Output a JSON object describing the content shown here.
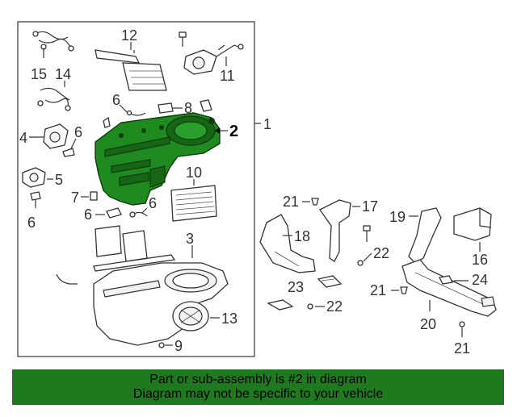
{
  "diagram": {
    "callouts": {
      "c1": "1",
      "c2": "2",
      "c4": "4",
      "c5": "5",
      "c6a": "6",
      "c6b": "6",
      "c6c": "6",
      "c6d": "6",
      "c6e": "6",
      "c7": "7",
      "c8": "8",
      "c9": "9",
      "c10": "10",
      "c11": "11",
      "c12": "12",
      "c13": "13",
      "c14": "14",
      "c15": "15",
      "c3": "3",
      "c16": "16",
      "c17": "17",
      "c18": "18",
      "c19": "19",
      "c20": "20",
      "c21a": "21",
      "c21b": "21",
      "c21c": "21",
      "c22a": "22",
      "c22b": "22",
      "c23": "23",
      "c24": "24"
    },
    "highlight_color": "#1f8a1f"
  },
  "banner": {
    "line1": "Part or sub-assembly is #2 in diagram",
    "line2": "Diagram may not be specific to your vehicle",
    "color": "#1f7a1f"
  }
}
